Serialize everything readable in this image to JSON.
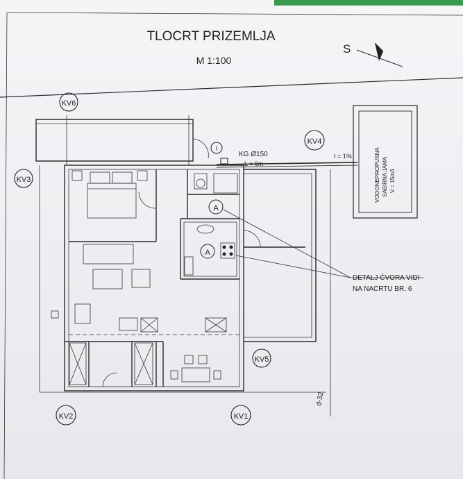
{
  "title": "TLOCRT PRIZEMLJA",
  "scale": "M 1:100",
  "north_label": "S",
  "markers": [
    "KV6",
    "KV3",
    "KV4",
    "KV5",
    "KV2",
    "KV1"
  ],
  "pipe": {
    "diameter": "KG Ø150",
    "length": "L = 6m",
    "slope": "I = 1%"
  },
  "tank": {
    "line1": "VODONEPROPUSNA",
    "line2": "SABIRNA JAMA",
    "line3": "V = 15m3"
  },
  "detail_marker": "A",
  "inspection_marker": "I",
  "detail_note": {
    "line1": "DETALJ ČVORA VIDI",
    "line2": "NA NACRTU BR. 6"
  },
  "level_label": "d-32"
}
